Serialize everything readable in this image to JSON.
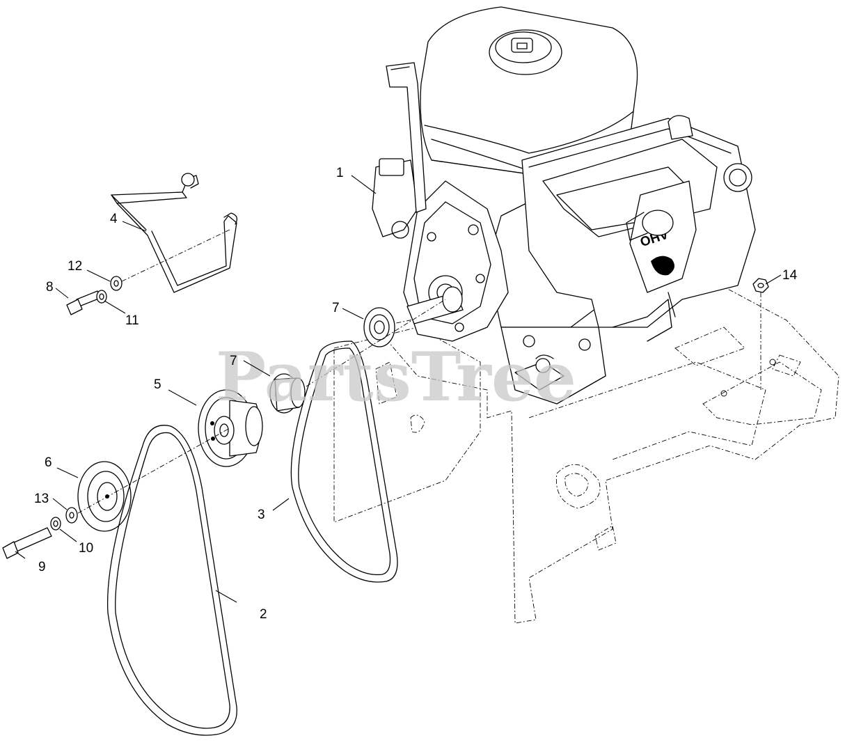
{
  "watermark": {
    "text": "PartsTree"
  },
  "engine": {
    "badge": "OHV"
  },
  "callouts": [
    {
      "id": "1",
      "label": "1"
    },
    {
      "id": "2",
      "label": "2"
    },
    {
      "id": "3",
      "label": "3"
    },
    {
      "id": "4",
      "label": "4"
    },
    {
      "id": "5",
      "label": "5"
    },
    {
      "id": "6",
      "label": "6"
    },
    {
      "id": "7a",
      "label": "7"
    },
    {
      "id": "7b",
      "label": "7"
    },
    {
      "id": "8",
      "label": "8"
    },
    {
      "id": "9",
      "label": "9"
    },
    {
      "id": "10",
      "label": "10"
    },
    {
      "id": "11",
      "label": "11"
    },
    {
      "id": "12",
      "label": "12"
    },
    {
      "id": "13",
      "label": "13"
    },
    {
      "id": "14",
      "label": "14"
    }
  ]
}
